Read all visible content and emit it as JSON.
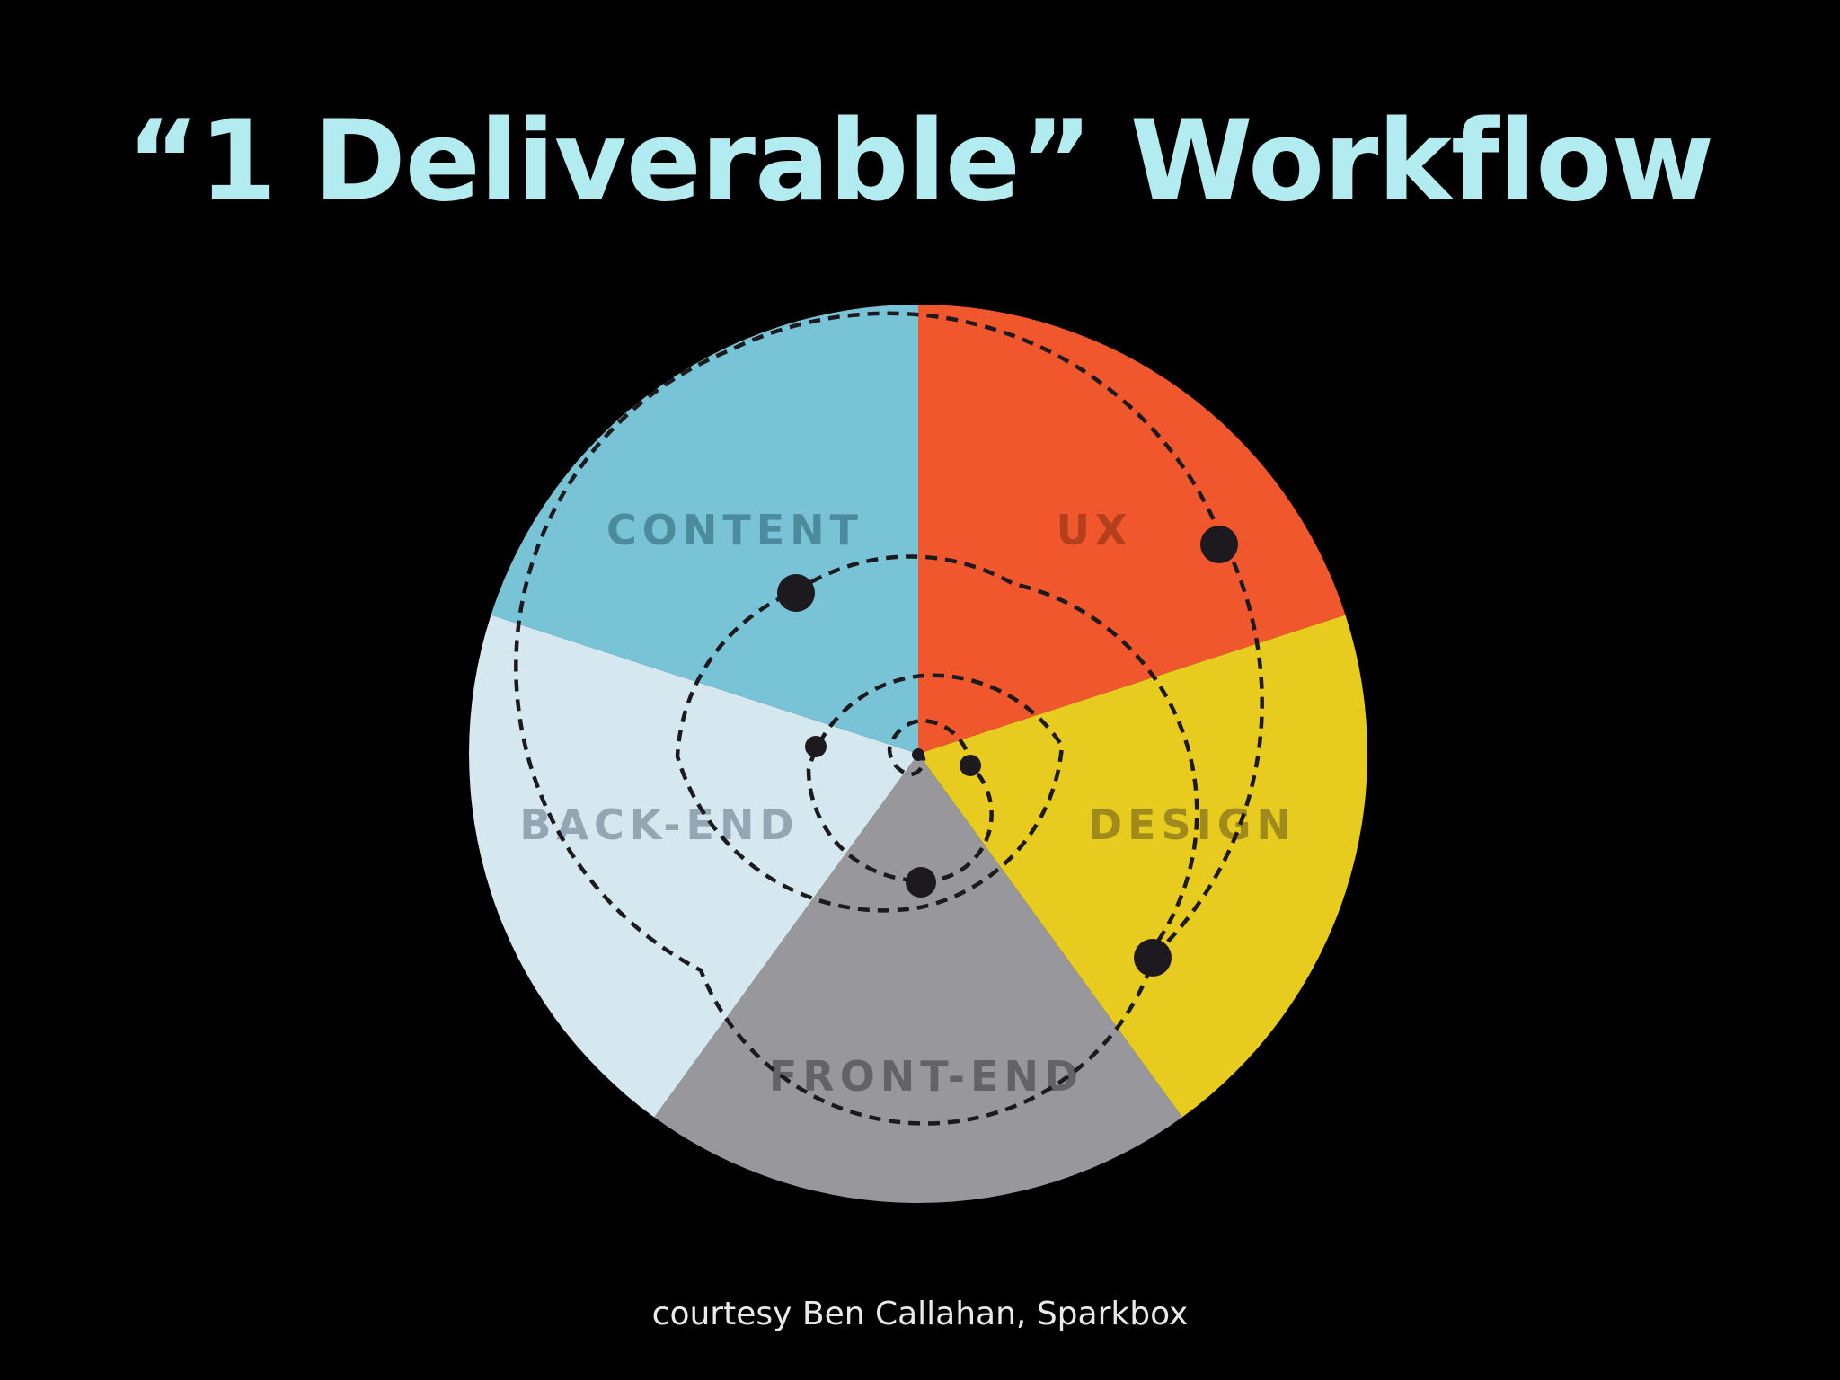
{
  "title": "“1 Deliverable” Workflow",
  "credit": "courtesy Ben Callahan, Sparkbox",
  "colors": {
    "background": "#000000",
    "title": "#b2ecf0",
    "credit": "#e9e9e9",
    "path": "#1c1a1e"
  },
  "segments": [
    {
      "id": "ux",
      "label": "UX",
      "fill": "#f0572d",
      "label_color": "#b33f1d"
    },
    {
      "id": "design",
      "label": "DESIGN",
      "fill": "#e8cb1f",
      "label_color": "#a08a1c"
    },
    {
      "id": "front-end",
      "label": "FRONT-END",
      "fill": "#97979c",
      "label_color": "#636367"
    },
    {
      "id": "back-end",
      "label": "BACK-END",
      "fill": "#d5e8f0",
      "label_color": "#92a7b2"
    },
    {
      "id": "content",
      "label": "CONTENT",
      "fill": "#78c4d6",
      "label_color": "#4c8b9c"
    }
  ]
}
